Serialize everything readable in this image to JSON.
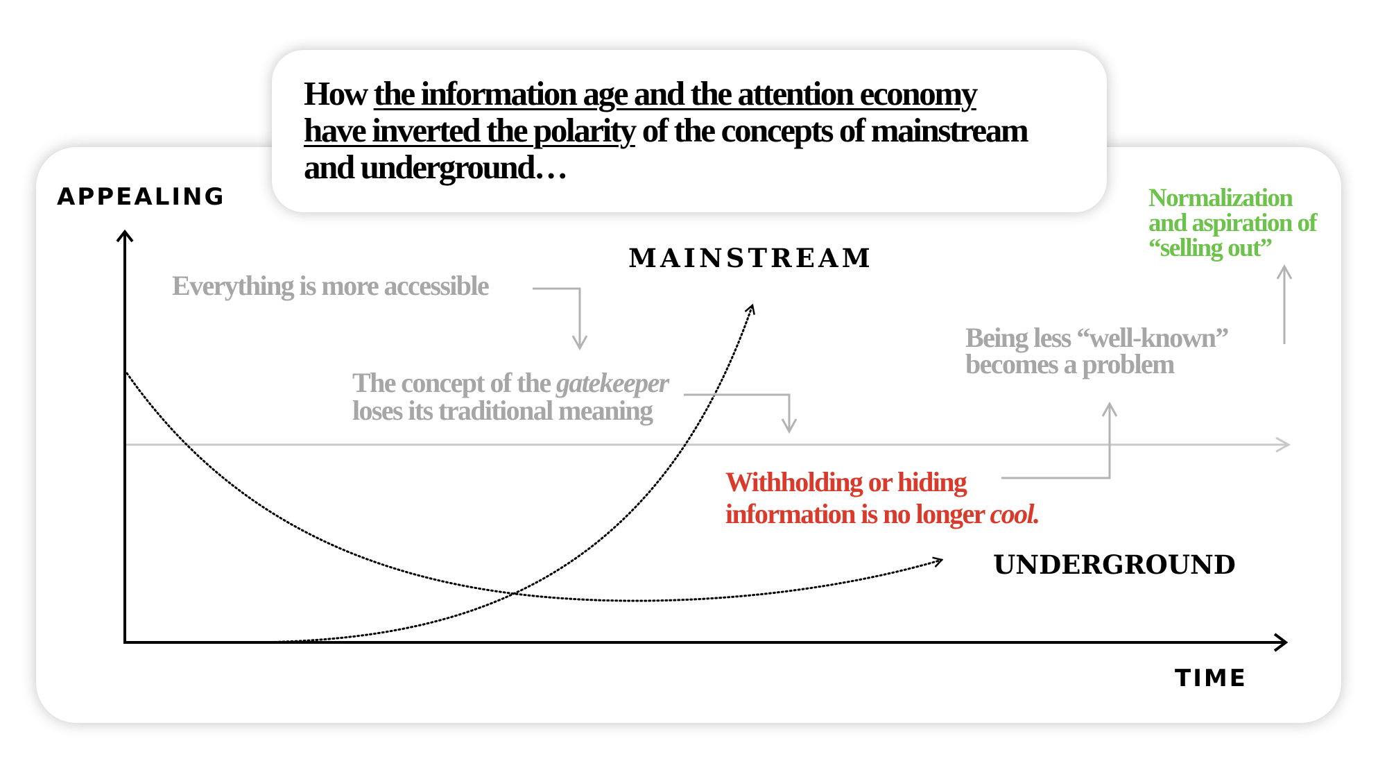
{
  "title": {
    "part1": "How ",
    "part2_underlined": "the information age and the attention economy",
    "part3_underlined": "have inverted the polarity",
    "part4": " of the concepts of mainstream",
    "part5": "and underground…"
  },
  "axes": {
    "y_label": "APPEALING",
    "x_label": "TIME"
  },
  "curves": {
    "mainstream_label": "MAINSTREAM",
    "underground_label": "UNDERGROUND"
  },
  "notes": {
    "accessible": "Everything is more accessible",
    "gatekeeper_pre": "The concept of the ",
    "gatekeeper_em": "gatekeeper",
    "gatekeeper_line2": "loses its traditional meaning",
    "withholding_line1": "Withholding or hiding",
    "withholding_line2_pre": "information is no longer ",
    "withholding_line2_em": "cool.",
    "well_known_line1": "Being less “well-known”",
    "well_known_line2": "becomes a problem",
    "selling_line1": "Normalization",
    "selling_line2": "and aspiration of",
    "selling_line3": "“selling out”"
  },
  "colors": {
    "axis": "#000000",
    "midline": "#c8c8c8",
    "grey_text": "#a6a6a6",
    "red_text": "#d93a2b",
    "green_text": "#6cc24a"
  }
}
